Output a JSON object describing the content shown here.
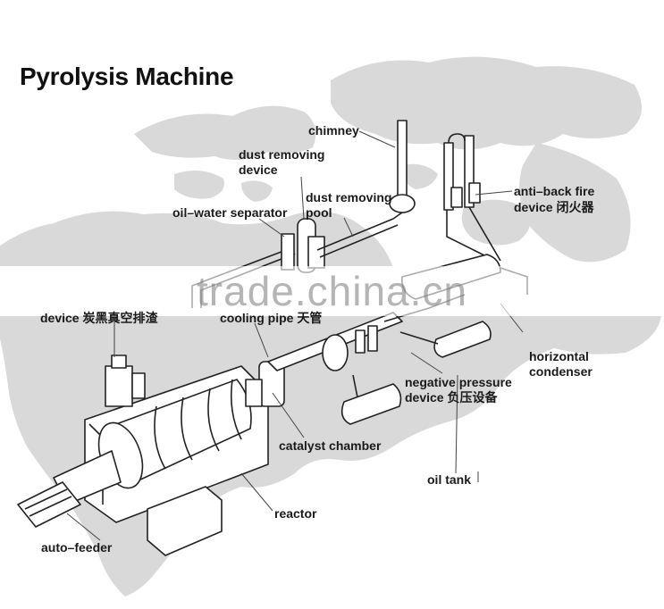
{
  "title": "Pyrolysis Machine",
  "watermark": "trade.china.cn",
  "labels": {
    "chimney": "chimney",
    "dust_removing_device_1": "dust   removing",
    "dust_removing_device_2": "device",
    "dust_removing_pool_1": "dust removing",
    "dust_removing_pool_2": "pool",
    "oil_water_separator": "oil–water separator",
    "anti_back_fire_1": "anti–back fire",
    "anti_back_fire_2": "device 闭火器",
    "slag_device": "device 炭黑真空排渣",
    "cooling_pipe": "cooling pipe 天管",
    "horizontal_condenser_1": "horizontal",
    "horizontal_condenser_2": "condenser",
    "negative_pressure_1": "negative pressure",
    "negative_pressure_2": "device 负压设备",
    "catalyst_chamber": "catalyst chamber",
    "oil_tank": "oil tank",
    "reactor": "reactor",
    "auto_feeder": "auto–feeder"
  },
  "colors": {
    "map": "#d9d9d9",
    "line": "#222222"
  }
}
